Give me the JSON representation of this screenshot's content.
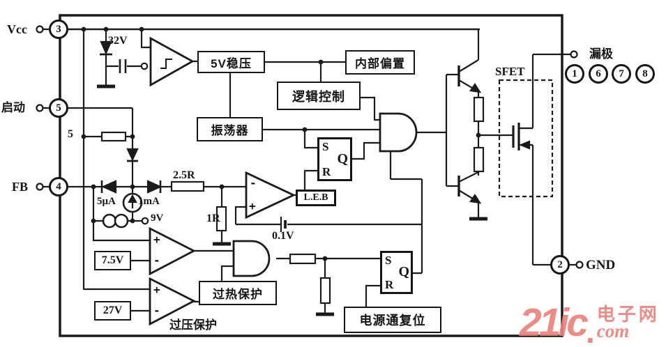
{
  "diagram": {
    "pins": {
      "vcc": {
        "num": "3",
        "label": "Vcc"
      },
      "qidong": {
        "num": "5",
        "label": "启动"
      },
      "fb": {
        "num": "4",
        "label": "FB"
      },
      "gnd": {
        "num": "2",
        "label": "GND"
      },
      "drain": {
        "label": "漏极",
        "nums": [
          "1",
          "6",
          "7",
          "8"
        ]
      }
    },
    "blocks": {
      "regulator": "5V稳压",
      "bias": "内部偏置",
      "logic": "逻辑控制",
      "osc": "振荡器",
      "leb": "L.E.B",
      "thermal": "过热保护",
      "ovp_label": "过压保护",
      "por": "电源通复位",
      "sfet": "SFET"
    },
    "latch": {
      "s": "S",
      "r": "R",
      "q": "Q"
    },
    "values": {
      "zener": "32V",
      "r_start": "5",
      "r_fb": "2.5R",
      "i1": "5μA",
      "i2": "1mA",
      "v9": "9V",
      "r1": "1R",
      "v01": "0.1V",
      "v75": "7.5V",
      "v27": "27V"
    },
    "signs": {
      "plus": "+",
      "minus": "-"
    },
    "watermark": {
      "brand": "21ic",
      "dot": ".",
      "cn": "电子网",
      "com": "com",
      "color": "#e9837d"
    }
  }
}
